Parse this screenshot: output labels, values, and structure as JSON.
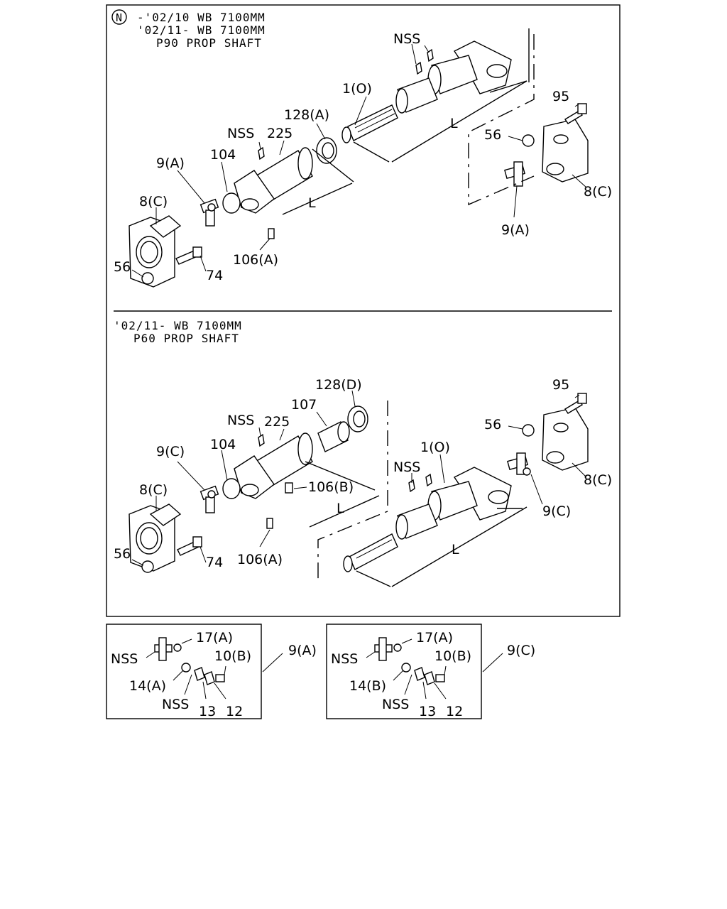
{
  "top": {
    "symbol": "N",
    "header_lines": [
      "-'02/10 WB 7100MM",
      "'02/11- WB 7100MM",
      "P90 PROP SHAFT"
    ],
    "labels": {
      "nss_top": "NSS",
      "part_1": "1(O)",
      "part_128a": "128(A)",
      "nss_mid": "NSS",
      "part_225": "225",
      "part_9a_left": "9(A)",
      "part_104": "104",
      "part_8c_left": "8(C)",
      "part_56_left": "56",
      "part_74": "74",
      "part_106a": "106(A)",
      "dim_l_upper": "L",
      "dim_l_lower": "L",
      "part_95": "95",
      "part_56_right": "56",
      "part_8c_right": "8(C)",
      "part_9a_right": "9(A)"
    }
  },
  "bottom": {
    "header_lines": [
      "'02/11- WB 7100MM",
      "P60 PROP SHAFT"
    ],
    "labels": {
      "part_128d": "128(D)",
      "part_107": "107",
      "nss_mid": "NSS",
      "part_225": "225",
      "part_104": "104",
      "part_9c_left": "9(C)",
      "part_8c_left": "8(C)",
      "part_56_left": "56",
      "part_74": "74",
      "part_106b": "106(B)",
      "part_106a": "106(A)",
      "dim_l_mid": "L",
      "nss_right": "NSS",
      "part_1": "1(O)",
      "dim_l_lower": "L",
      "part_95": "95",
      "part_56_right": "56",
      "part_8c_right": "8(C)",
      "part_9c_right": "9(C)"
    }
  },
  "inset_left": {
    "title": "9(A)",
    "labels": {
      "part_17a": "17(A)",
      "nss_a": "NSS",
      "part_10b": "10(B)",
      "part_14": "14(A)",
      "nss_b": "NSS",
      "part_13": "13",
      "part_12": "12"
    }
  },
  "inset_right": {
    "title": "9(C)",
    "labels": {
      "part_17a": "17(A)",
      "nss_a": "NSS",
      "part_10b": "10(B)",
      "part_14": "14(B)",
      "nss_b": "NSS",
      "part_13": "13",
      "part_12": "12"
    }
  }
}
